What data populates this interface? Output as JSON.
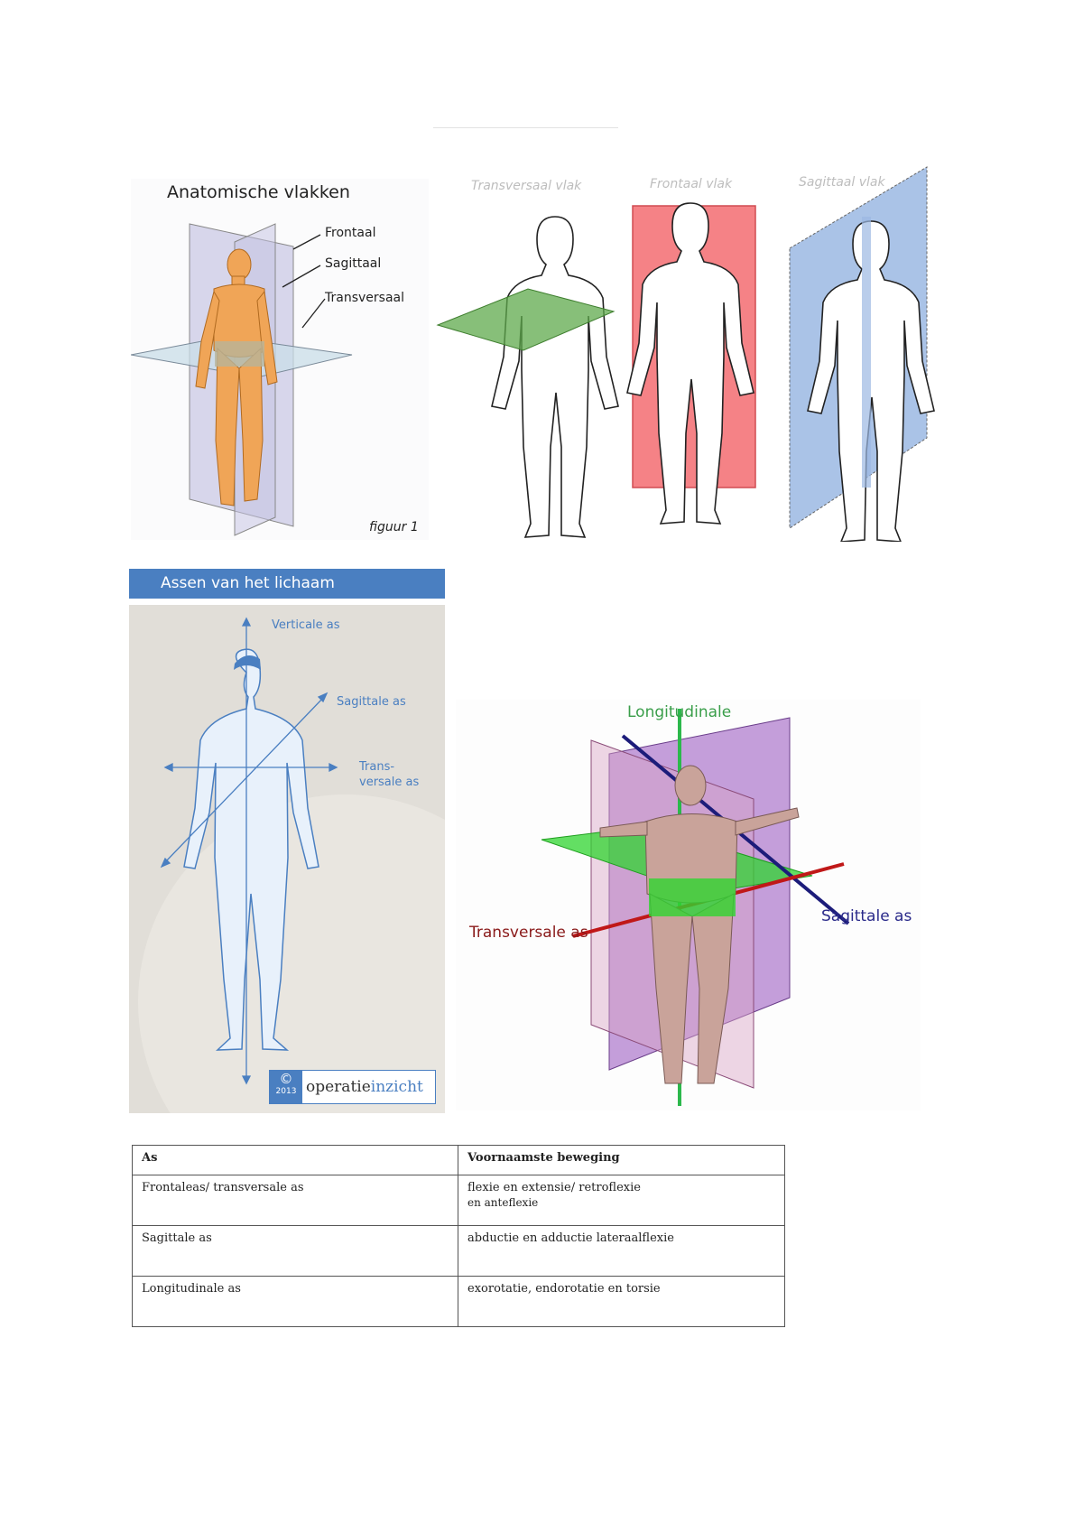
{
  "figure1": {
    "title": "Anatomische vlakken",
    "labels": [
      "Frontaal",
      "Sagittaal",
      "Transversaal"
    ],
    "caption": "figuur 1"
  },
  "plane_titles": [
    "Transversaal vlak",
    "Frontaal vlak",
    "Sagittaal vlak"
  ],
  "plane_colors": {
    "transversal": "#7cba74",
    "frontal": "#f7868a",
    "sagittal": "#a9c3e6"
  },
  "axes_panel": {
    "header": "Assen van het lichaam",
    "labels": {
      "vertical": "Verticale as",
      "sagittal": "Sagittale as",
      "trans_line1": "Trans-",
      "trans_line2": "versale as"
    },
    "logo": {
      "year": "2013",
      "brand_bold": "operatie",
      "brand_light": "inzicht"
    }
  },
  "figure3": {
    "labels": {
      "longitudinal": "Longitudinale",
      "transversal": "Transversale as",
      "sagittal": "Sagittale as"
    }
  },
  "table": {
    "headers": [
      "As",
      "Voornaamste beweging"
    ],
    "rows": [
      {
        "axis": "Frontaleas/ transversale as",
        "movement": "flexie en extensie/ retroflexie",
        "movement_line2": "en anteflexie"
      },
      {
        "axis": "Sagittale as",
        "movement": "abductie en adductie lateraalflexie",
        "movement_line2": ""
      },
      {
        "axis": "Longitudinale as",
        "movement": "exorotatie, endorotatie en torsie",
        "movement_line2": ""
      }
    ]
  }
}
